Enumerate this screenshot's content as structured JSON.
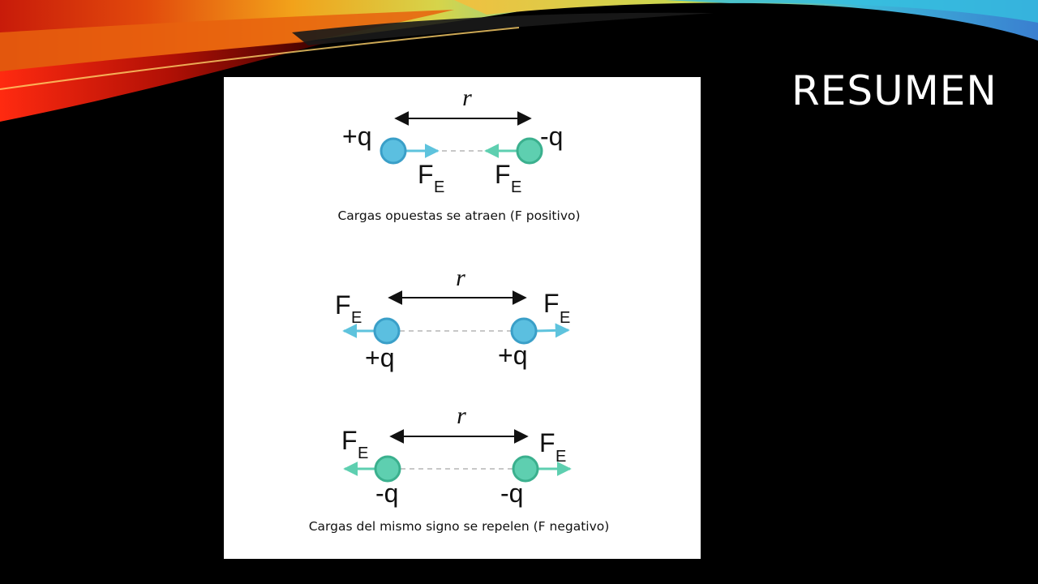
{
  "slide": {
    "title": "RESUMEN"
  },
  "figure": {
    "colors": {
      "positive_charge": "#5bbfe0",
      "negative_charge": "#5ecfb0",
      "positive_arrow": "#5ec3dd",
      "negative_arrow": "#5ecfb0",
      "distance_arrow": "#111111"
    },
    "panels": [
      {
        "distance_label": "r",
        "left_charge": "+q",
        "right_charge": "-q",
        "left_force_label": "F",
        "left_force_sub": "E",
        "right_force_label": "F",
        "right_force_sub": "E",
        "caption": "Cargas opuestas se atraen (F positivo)"
      },
      {
        "distance_label": "r",
        "left_charge": "+q",
        "right_charge": "+q",
        "left_force_label": "F",
        "left_force_sub": "E",
        "right_force_label": "F",
        "right_force_sub": "E"
      },
      {
        "distance_label": "r",
        "left_charge": "-q",
        "right_charge": "-q",
        "left_force_label": "F",
        "left_force_sub": "E",
        "right_force_label": "F",
        "right_force_sub": "E",
        "caption": "Cargas del mismo signo se repelen (F negativo)"
      }
    ]
  }
}
